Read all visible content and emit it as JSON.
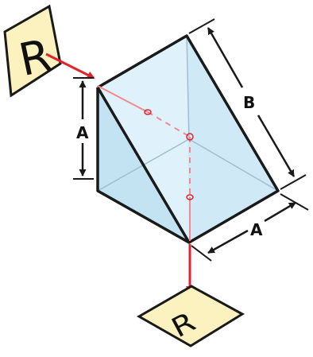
{
  "diagram": {
    "input_image_letter": "R",
    "output_image_letter": "R",
    "dimension_vertical_edge": "A",
    "dimension_bottom_edge": "A",
    "dimension_hypotenuse": "B"
  },
  "colors": {
    "prism_fill": "#cfe9f6",
    "prism_face_light": "#dff2fb",
    "prism_outline": "#1a1a1a",
    "ray": "#e3232b",
    "image_card_fill": "#fbf2bf",
    "dimension_line": "#1a1a1a"
  }
}
